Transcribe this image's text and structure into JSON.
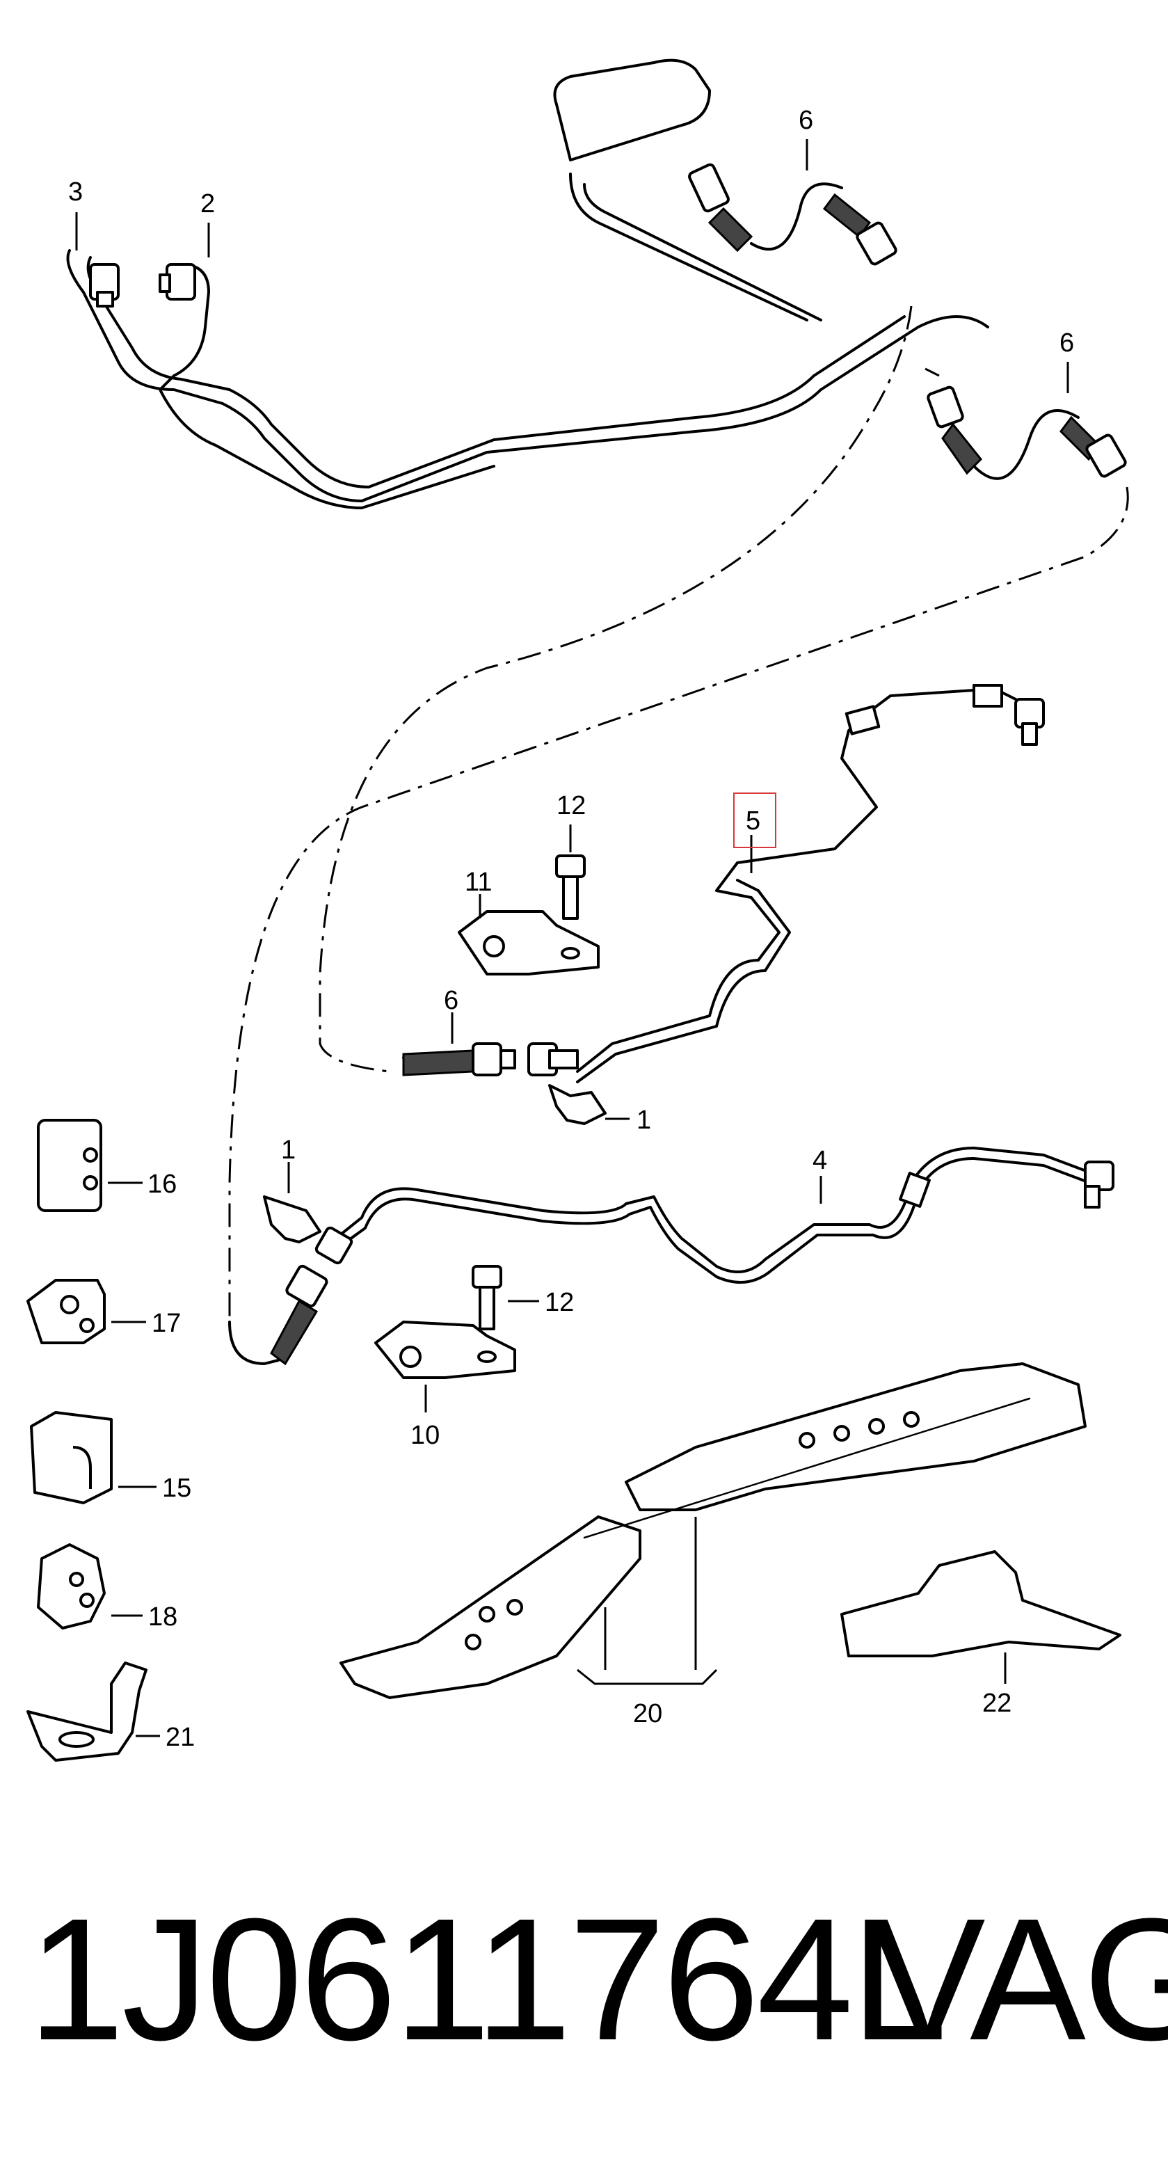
{
  "callouts": {
    "c1a": "1",
    "c1b": "1",
    "c2": "2",
    "c3": "3",
    "c4": "4",
    "c5": "5",
    "c6a": "6",
    "c6b": "6",
    "c6c": "6",
    "c10": "10",
    "c11": "11",
    "c12a": "12",
    "c12b": "12",
    "c15": "15",
    "c16": "16",
    "c17": "17",
    "c18": "18",
    "c20": "20",
    "c21": "21",
    "c22": "22"
  },
  "highlight_color": "#d9383a",
  "part_number": "1J0611764L",
  "brand": "VAG"
}
